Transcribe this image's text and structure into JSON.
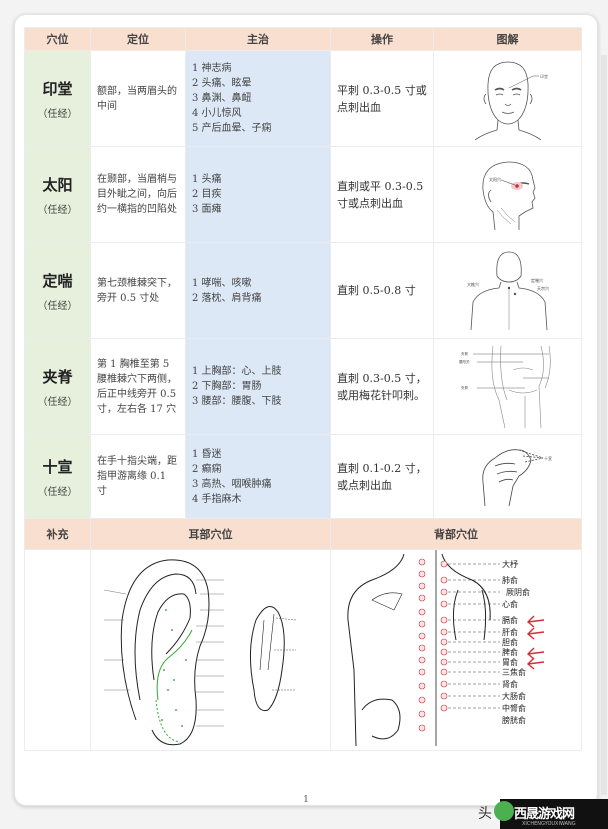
{
  "table": {
    "headers": [
      "穴位",
      "定位",
      "主治",
      "操作",
      "图解"
    ],
    "rows": [
      {
        "name": "印堂",
        "meridian": "（任经）",
        "location": "额部，当两眉头的中间",
        "treatments": [
          "1 神志病",
          "2 头痛、眩晕",
          "3 鼻渊、鼻衄",
          "4 小儿惊风",
          "5 产后血晕、子痫"
        ],
        "operation": "平刺 0.3-0.5 寸或点刺出血",
        "figure": "face-front-illustration"
      },
      {
        "name": "太阳",
        "meridian": "（任经）",
        "location": "在颞部，当眉梢与目外眦之间，向后约一横指的凹陷处",
        "treatments": [
          "1 头痛",
          "2 目疾",
          "3 面瘫"
        ],
        "operation": "直刺或平 0.3-0.5 寸或点刺出血",
        "figure": "head-side-illustration",
        "figure_label": "太阳穴"
      },
      {
        "name": "定喘",
        "meridian": "（任经）",
        "location": "第七颈椎棘突下，旁开 0.5 寸处",
        "treatments": [
          "1 哮喘、咳嗽",
          "2 落枕、肩背痛"
        ],
        "operation": "直刺 0.5-0.8 寸",
        "figure": "upper-back-illustration",
        "figure_labels": [
          "大椎穴",
          "定喘穴",
          "天宗穴"
        ]
      },
      {
        "name": "夹脊",
        "meridian": "（任经）",
        "location": "第 1 胸椎至第 5 腰椎棘穴下两侧，后正中线旁开 0.5 寸，左右各 17 穴",
        "treatments": [
          "1 上胸部：心、上肢",
          "2 下胸部：胃肠",
          "3 腰部：腰腹、下肢"
        ],
        "operation": "直刺 0.3-0.5 寸，或用梅花针叩刺。",
        "figure": "spine-illustration"
      },
      {
        "name": "十宣",
        "meridian": "（任经）",
        "location": "在手十指尖端，距指甲游离缘 0.1 寸",
        "treatments": [
          "1 昏迷",
          "2 癫痫",
          "3 高热、咽喉肿痛",
          "4 手指麻木"
        ],
        "operation": "直刺 0.1-0.2 寸，或点刺出血",
        "figure": "hand-fingertips-illustration",
        "figure_label": "十宣"
      }
    ]
  },
  "supplement": {
    "label": "补充",
    "ear_title": "耳部穴位",
    "back_title": "背部穴位",
    "back_points": [
      "大杼",
      "肺俞",
      "厥阴俞",
      "心俞",
      "膈俞",
      "肝俞",
      "胆俞",
      "脾俞",
      "胃俞",
      "三焦俞",
      "肾俞",
      "大肠俞",
      "中膂俞",
      "膀胱俞"
    ],
    "accent_color": "#d0313a"
  },
  "footer": {
    "page_number": "1",
    "watermark": "西晟游戏网",
    "watermark_prefix": "头",
    "watermark_sub": "XICHENGYOUXIWANG"
  }
}
